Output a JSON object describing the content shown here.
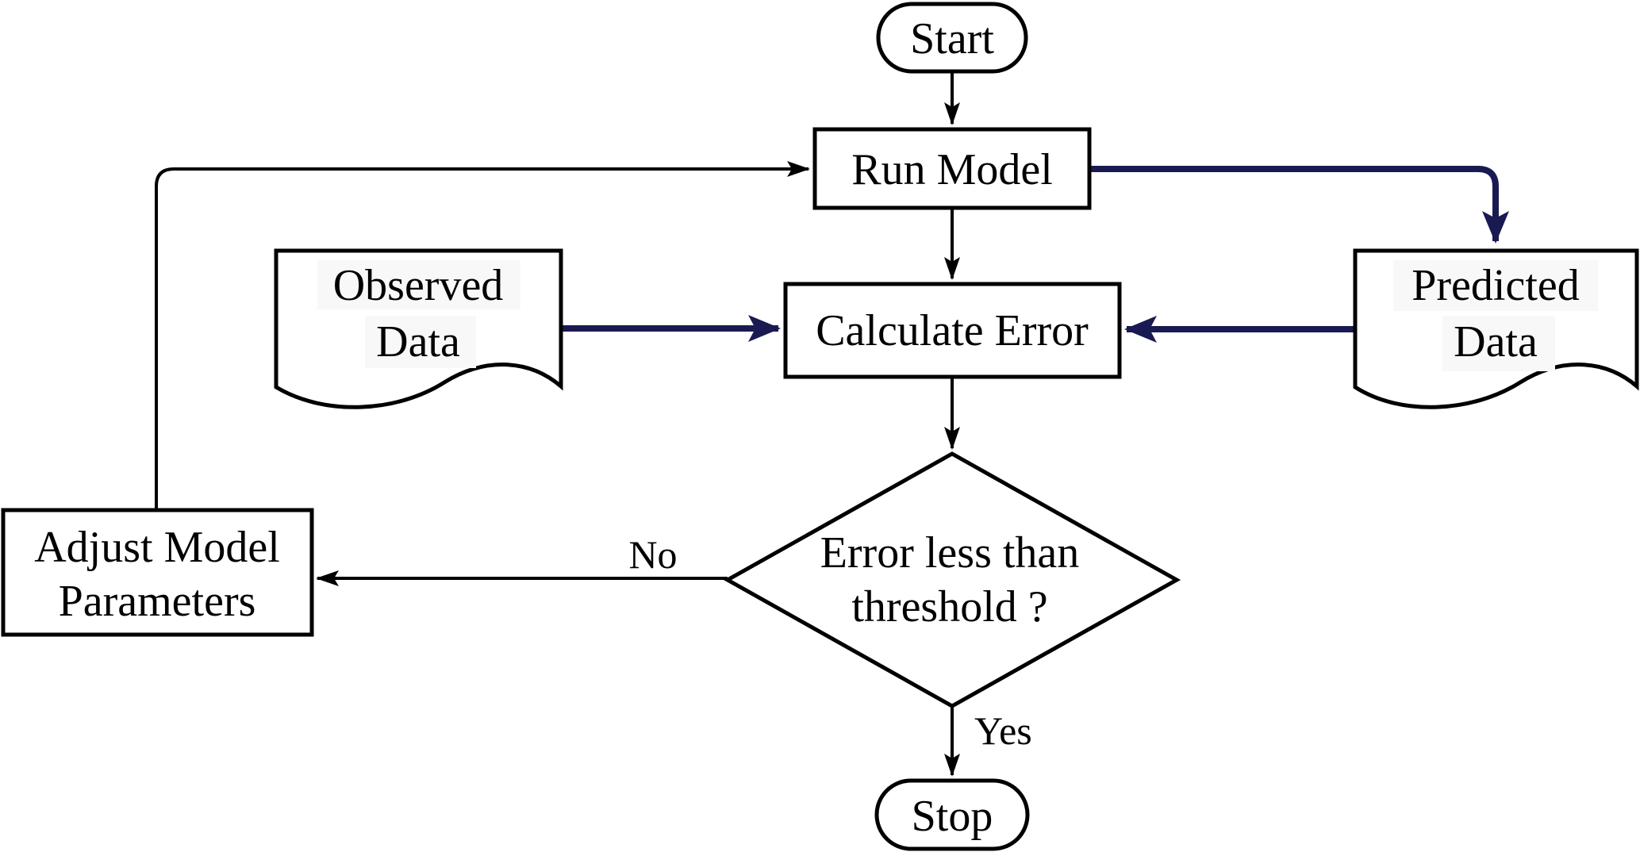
{
  "title": "Model calibration feedback loop flowchart",
  "colors": {
    "background": "#ffffff",
    "node_fill": "#ffffff",
    "line": "#000000",
    "text": "#000000",
    "data_arrow": "#1a1a52"
  },
  "nodes": {
    "start": {
      "type": "terminator",
      "label": "Start"
    },
    "run_model": {
      "type": "process",
      "label": "Run Model"
    },
    "observed_data": {
      "type": "document",
      "line1": "Observed",
      "line2": "Data"
    },
    "predicted_data": {
      "type": "document",
      "line1": "Predicted",
      "line2": "Data"
    },
    "calculate_error": {
      "type": "process",
      "label": "Calculate Error"
    },
    "decision": {
      "type": "decision",
      "line1": "Error less than",
      "line2": "threshold ?"
    },
    "adjust_parameters": {
      "type": "process",
      "line1": "Adjust Model",
      "line2": "Parameters"
    },
    "stop": {
      "type": "terminator",
      "label": "Stop"
    }
  },
  "edges": [
    {
      "from": "start",
      "to": "run_model",
      "label": "",
      "style": "control"
    },
    {
      "from": "run_model",
      "to": "calculate_error",
      "label": "",
      "style": "control"
    },
    {
      "from": "run_model",
      "to": "predicted_data",
      "label": "",
      "style": "data"
    },
    {
      "from": "observed_data",
      "to": "calculate_error",
      "label": "",
      "style": "data"
    },
    {
      "from": "predicted_data",
      "to": "calculate_error",
      "label": "",
      "style": "data"
    },
    {
      "from": "calculate_error",
      "to": "decision",
      "label": "",
      "style": "control"
    },
    {
      "from": "decision",
      "to": "adjust_parameters",
      "label": "No",
      "style": "control"
    },
    {
      "from": "decision",
      "to": "stop",
      "label": "Yes",
      "style": "control"
    },
    {
      "from": "adjust_parameters",
      "to": "run_model",
      "label": "",
      "style": "control"
    }
  ]
}
